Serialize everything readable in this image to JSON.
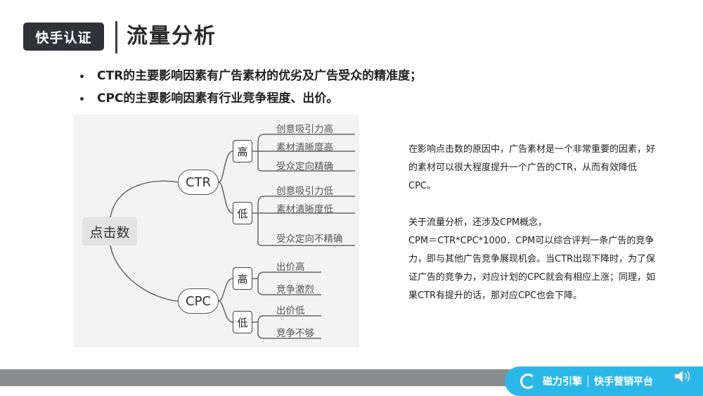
{
  "header": {
    "badge": "快手认证",
    "title": "流量分析"
  },
  "bullets": [
    "CTR的主要影响因素有广告素材的优劣及广告受众的精准度；",
    "CPC的主要影响因素有行业竞争程度、出价。"
  ],
  "mindmap": {
    "root": "点击数",
    "branches": [
      {
        "label": "CTR",
        "groups": [
          {
            "label": "高",
            "items": [
              "创意吸引力高",
              "素材清晰度高",
              "受众定向精确"
            ]
          },
          {
            "label": "低",
            "items": [
              "创意吸引力低",
              "素材清晰度低",
              "受众定向不精确"
            ]
          }
        ]
      },
      {
        "label": "CPC",
        "groups": [
          {
            "label": "高",
            "items": [
              "出价高",
              "竞争激烈"
            ]
          },
          {
            "label": "低",
            "items": [
              "出价低",
              "竞争不够"
            ]
          }
        ]
      }
    ]
  },
  "description": {
    "para1": "在影响点击数的原因中，广告素材是一个非常重要的因素，好的素材可以很大程度提升一个广告的CTR，从而有效降低CPC。",
    "para2_line1": "关于流量分析，还涉及CPM概念，",
    "para2_rest": "CPM＝CTR*CPC*1000．CPM可以综合评判一条广告的竞争力，即与其他广告竞争展现机会。当CTR出现下降时，为了保证广告的竞争力，对应计划的CPC就会有相应上涨；同理，如果CTR有提升的话，那对应CPC也会下降。"
  },
  "footer": {
    "brand_left": "磁力引擎",
    "brand_right": "快手营销平台"
  },
  "colors": {
    "badge_bg": "#2f3338",
    "brand_blue": "#2bb8e8",
    "footer_gray": "#8a8d90"
  }
}
